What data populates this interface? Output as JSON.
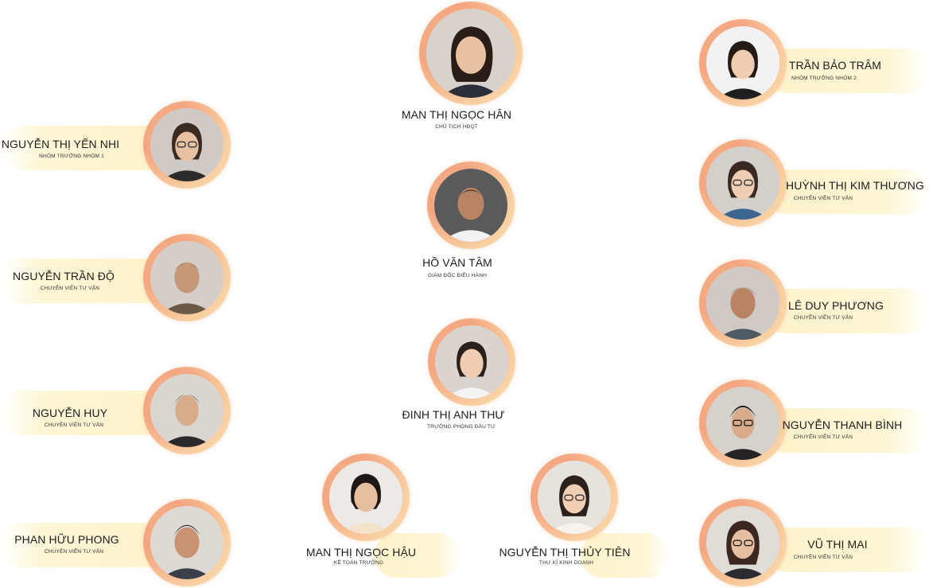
{
  "people": {
    "han": {
      "name": "MAN THỊ NGỌC HÂN",
      "role": "CHỦ TỊCH HĐQT"
    },
    "tam": {
      "name": "HỒ VĂN TÂM",
      "role": "GIÁM ĐỐC ĐIỀU HÀNH"
    },
    "thu": {
      "name": "ĐINH THỊ ANH THƯ",
      "role": "TRƯỞNG PHÒNG ĐẦU TƯ"
    },
    "hau": {
      "name": "MAN THỊ NGỌC HẬU",
      "role": "KẾ TOÁN TRƯỞNG"
    },
    "tien": {
      "name": "NGUYỄN THỊ THỦY TIÊN",
      "role": "THƯ KÍ KINH DOANH"
    },
    "nhi": {
      "name": "NGUYỄN THỊ YẾN NHI",
      "role": "NHÓM TRƯỞNG NHÓM 1"
    },
    "do": {
      "name": "NGUYỄN TRẦN ĐỘ",
      "role": "CHUYÊN VIÊN TƯ VẤN"
    },
    "huy": {
      "name": "NGUYỄN HUY",
      "role": "CHUYÊN VIÊN TƯ VẤN"
    },
    "phong": {
      "name": "PHAN HỮU PHONG",
      "role": "CHUYÊN VIÊN TƯ VẤN"
    },
    "tram": {
      "name": "TRẦN BẢO TRÂM",
      "role": "NHÓM TRƯỞNG NHÓM 2"
    },
    "thuong": {
      "name": "HUỲNH THỊ KIM THƯƠNG",
      "role": "CHUYÊN VIÊN TƯ VẤN"
    },
    "phuong": {
      "name": "LÊ DUY PHƯƠNG",
      "role": "CHUYÊN VIÊN TƯ VẤN"
    },
    "binh": {
      "name": "NGUYỄN THANH BÌNH",
      "role": "CHUYÊN VIÊN TƯ VẤN"
    },
    "mai": {
      "name": "VŨ THỊ MAI",
      "role": "CHUYÊN VIÊN TƯ VẤN"
    }
  },
  "colors": {
    "ring": "#f4a680",
    "tag": "#fff3cc"
  }
}
